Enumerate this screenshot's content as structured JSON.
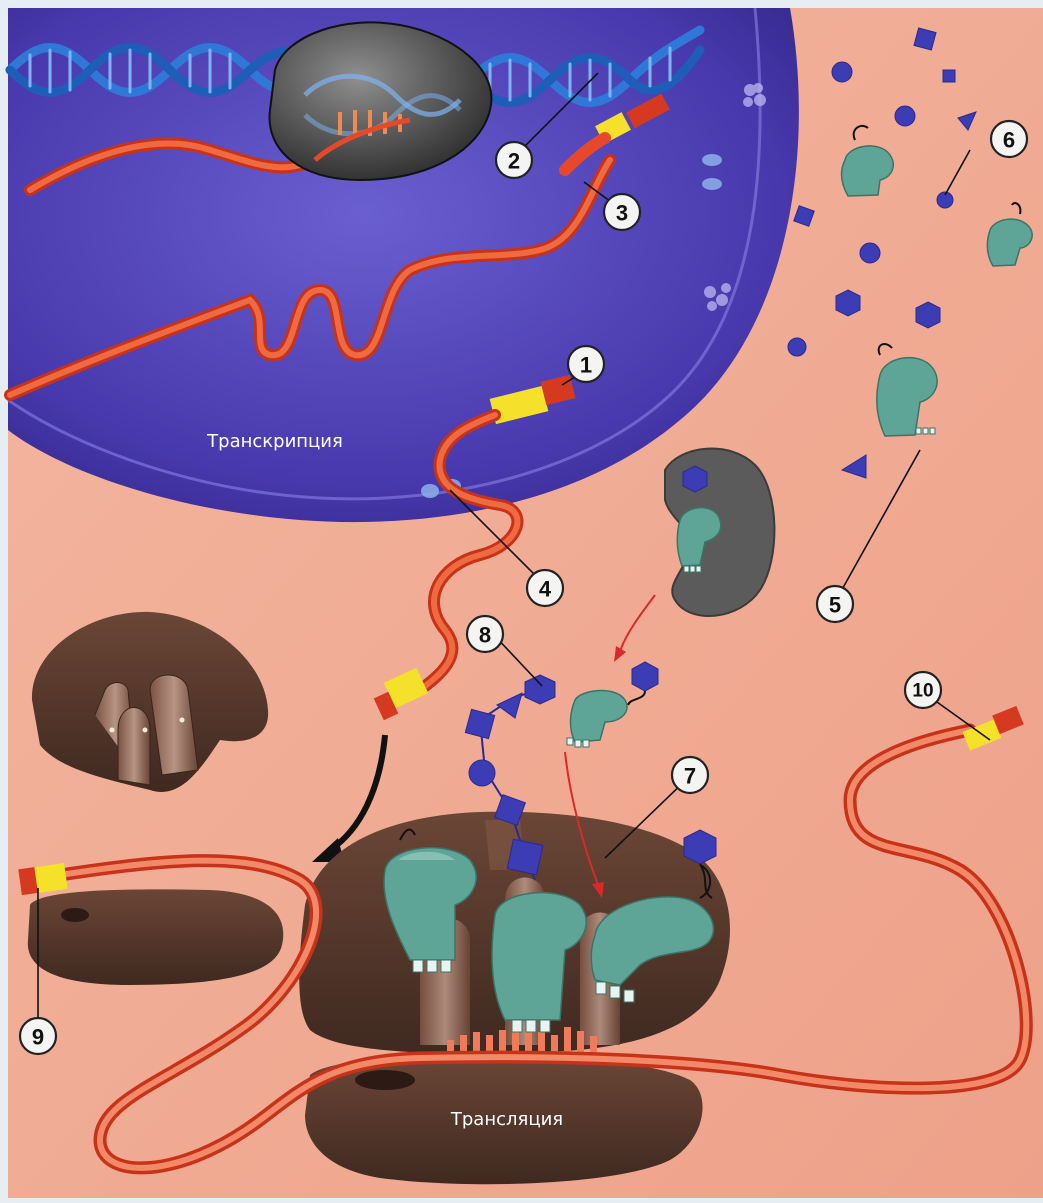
{
  "labels": {
    "transcription": "Транскрипция",
    "translation": "Трансляция"
  },
  "callouts": [
    "1",
    "2",
    "3",
    "4",
    "5",
    "6",
    "7",
    "8",
    "9",
    "10"
  ],
  "colors": {
    "background": "#f0a890",
    "nucleus": "#4a3bb0",
    "dna": "#2f78d8",
    "mrna": "#e8482a",
    "ribosome": "#5a3b2f",
    "trna": "#5fa597",
    "amino_acid": "#3c3cb4",
    "cap": "#f5e02a"
  }
}
